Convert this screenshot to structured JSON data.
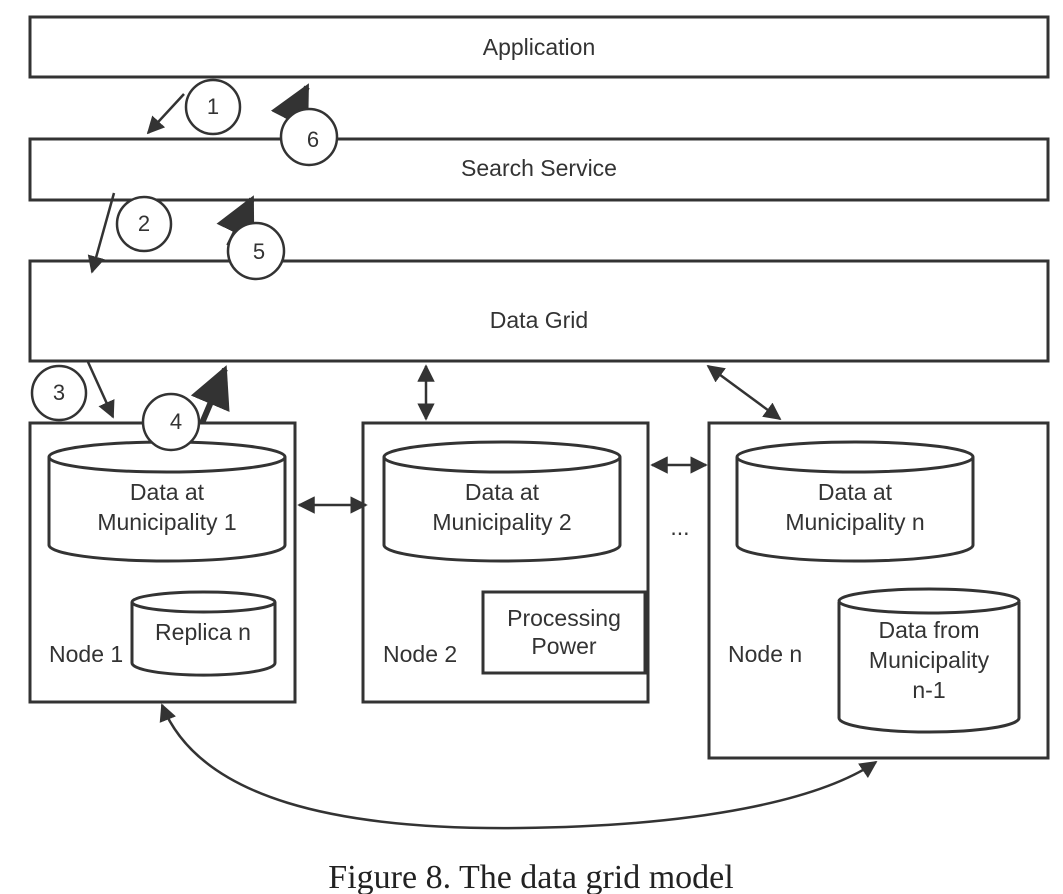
{
  "layers": {
    "application": "Application",
    "search_service": "Search Service",
    "data_grid": "Data Grid"
  },
  "steps": [
    "1",
    "2",
    "3",
    "4",
    "5",
    "6"
  ],
  "nodes": [
    {
      "label": "Node 1",
      "primary_db": [
        "Data at",
        "Municipality 1"
      ],
      "secondary": {
        "type": "database",
        "lines": [
          "Replica n"
        ]
      }
    },
    {
      "label": "Node 2",
      "primary_db": [
        "Data at",
        "Municipality 2"
      ],
      "secondary": {
        "type": "box",
        "lines": [
          "Processing",
          "Power"
        ]
      }
    },
    {
      "label": "Node n",
      "primary_db": [
        "Data at",
        "Municipality n"
      ],
      "secondary": {
        "type": "database",
        "lines": [
          "Data from",
          "Municipality",
          "n-1"
        ]
      }
    }
  ],
  "ellipsis": "...",
  "caption": "Figure 8. The data grid model"
}
